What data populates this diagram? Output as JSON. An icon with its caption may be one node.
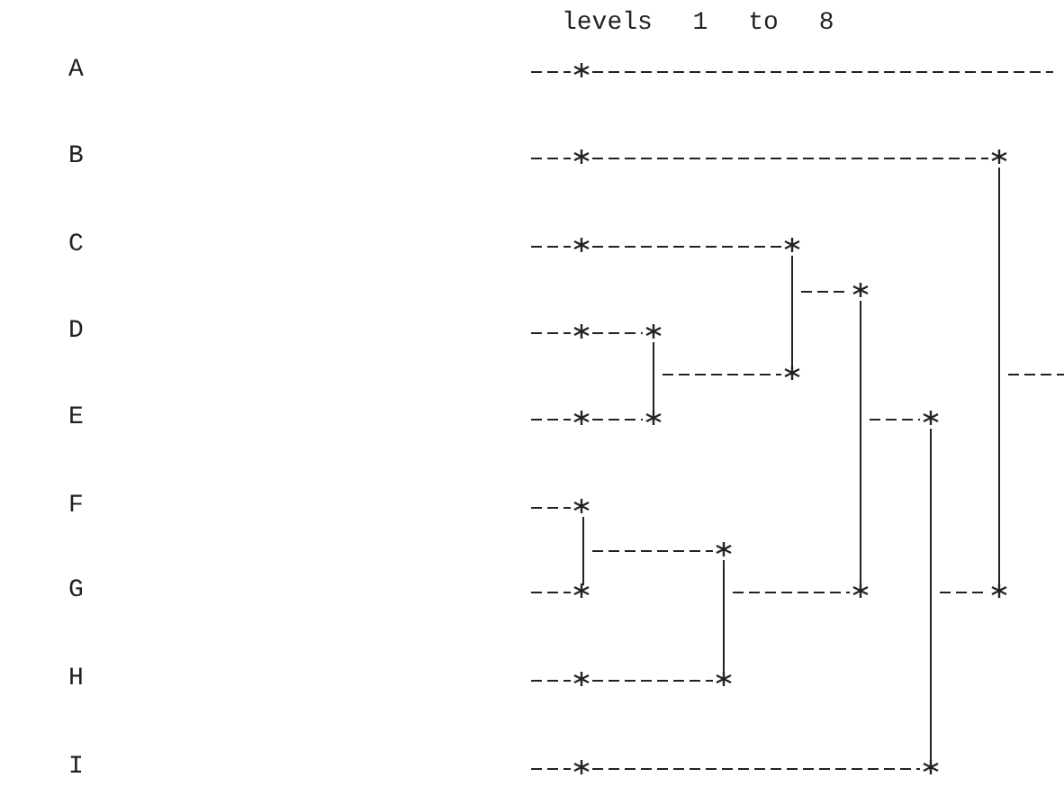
{
  "diagram": {
    "labels": [
      "levels 1 to 8",
      "A",
      "B",
      "C",
      "D",
      "E",
      "F",
      "G",
      "H",
      "I"
    ]
  }
}
